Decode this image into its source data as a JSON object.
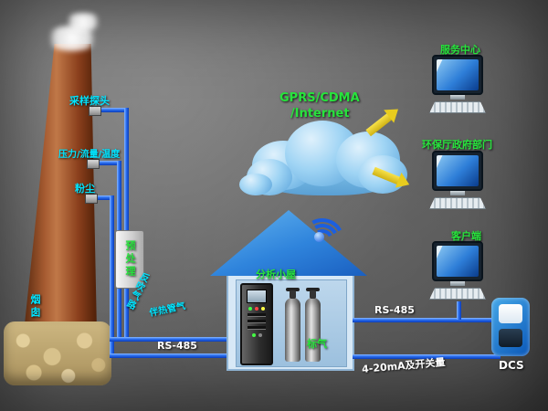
{
  "colors": {
    "label_cyan": "#00e4ff",
    "label_green": "#27e33c",
    "label_white": "#ffffff",
    "pipe_blue": "#2a6ef0",
    "arrow_yellow": "#e8cc1e",
    "cloud_blue": "#9fd4f4",
    "roof_blue": "#2f84dc"
  },
  "chimney": {
    "label": "烟囱"
  },
  "sensors": [
    {
      "label": "采样探头"
    },
    {
      "label": "压力/流量/温度"
    },
    {
      "label": "粉尘"
    }
  ],
  "pretreat": {
    "label": "预处理"
  },
  "lines": {
    "backblow": "反吹气路",
    "heated": "伴热管气",
    "rs485_left": "RS-485",
    "rs485_right": "RS-485",
    "dcs_line": "4-20mA及开关量"
  },
  "cloud": {
    "line1": "GPRS/CDMA",
    "line2": "/Internet"
  },
  "house": {
    "label": "分析小屋",
    "gas_label": "标气"
  },
  "computers": [
    {
      "label": "服务中心"
    },
    {
      "label": "环保厅政府部门"
    },
    {
      "label": "客户端"
    }
  ],
  "dcs": {
    "label": "DCS"
  }
}
